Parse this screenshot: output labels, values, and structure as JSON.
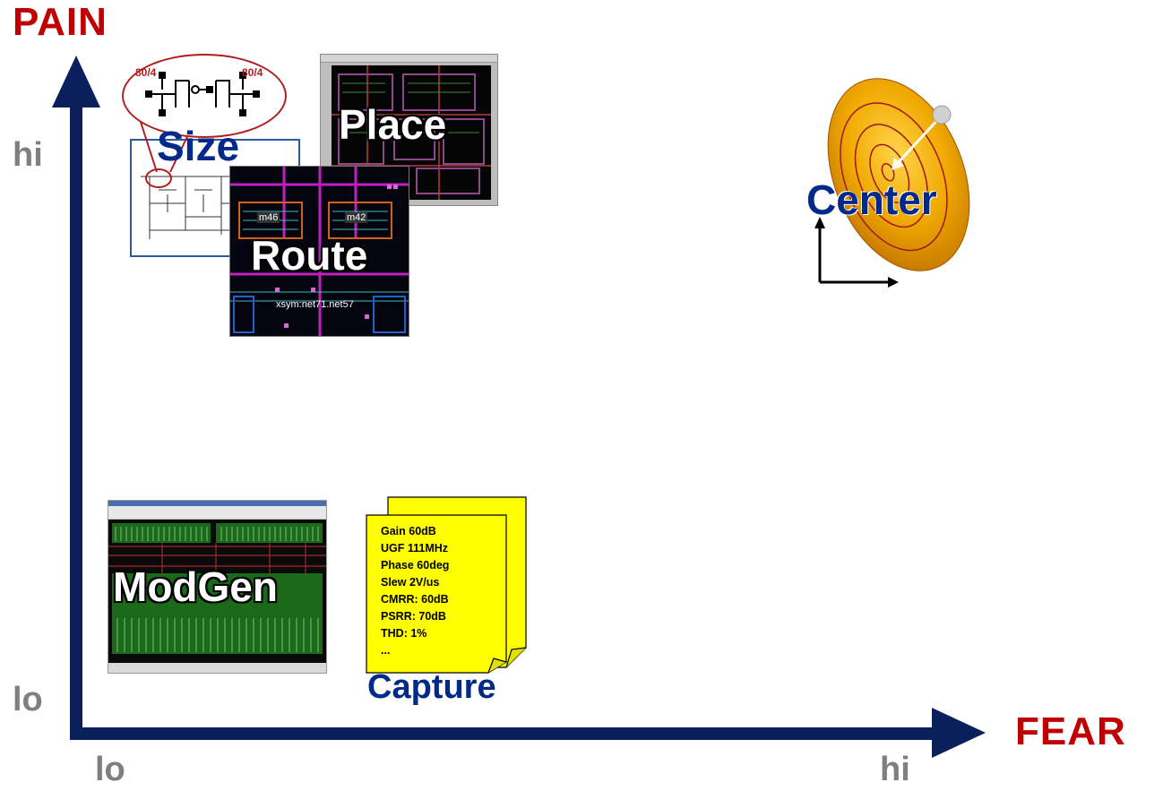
{
  "axes": {
    "y_title": "PAIN",
    "x_title": "FEAR",
    "y_hi": "hi",
    "y_lo": "lo",
    "x_lo": "lo",
    "x_hi": "hi"
  },
  "items": {
    "size": {
      "label": "Size",
      "transistor_sizes": [
        "80/4",
        "80/4"
      ]
    },
    "place": {
      "label": "Place"
    },
    "route": {
      "label": "Route",
      "instances": [
        "m46",
        "m42"
      ],
      "net_label": "xsym:net71.net57"
    },
    "center": {
      "label": "Center"
    },
    "modgen": {
      "label": "ModGen"
    },
    "capture": {
      "label": "Capture",
      "specs": [
        "Gain 60dB",
        "UGF  111MHz",
        "Phase  60deg",
        "Slew  2V/us",
        "CMRR: 60dB",
        "PSRR: 70dB",
        "THD:  1%",
        "..."
      ]
    }
  },
  "colors": {
    "axis": "#0b1f5c",
    "axis_title": "#c00000",
    "tick": "#7f7f7f",
    "label_blue": "#002a8a",
    "note_yellow": "#ffff00",
    "target_orange": "#f0a800"
  }
}
